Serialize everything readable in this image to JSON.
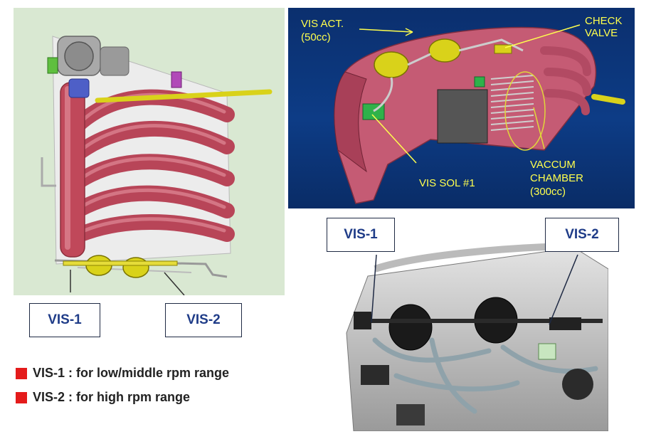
{
  "callouts": {
    "left_vis1": "VIS-1",
    "left_vis2": "VIS-2",
    "photo_vis1": "VIS-1",
    "photo_vis2": "VIS-2"
  },
  "annotations": {
    "vis_act": "VIS ACT.",
    "vis_act_vol": "(50cc)",
    "check_valve_1": "CHECK",
    "check_valve_2": "VALVE",
    "vis_sol": "VIS SOL #1",
    "vaccum_1": "VACCUM",
    "vaccum_2": "CHAMBER",
    "vaccum_3": "(300cc)"
  },
  "legend": [
    {
      "text": "VIS-1 : for low/middle rpm range"
    },
    {
      "text": "VIS-2 : for high rpm range"
    }
  ],
  "colors": {
    "runner_red": "#c0485a",
    "actuator_yellow": "#d9d21a",
    "annotation_yellow": "#ffff4d",
    "callout_text": "#1f3c88",
    "legend_square": "#e41b1b"
  }
}
